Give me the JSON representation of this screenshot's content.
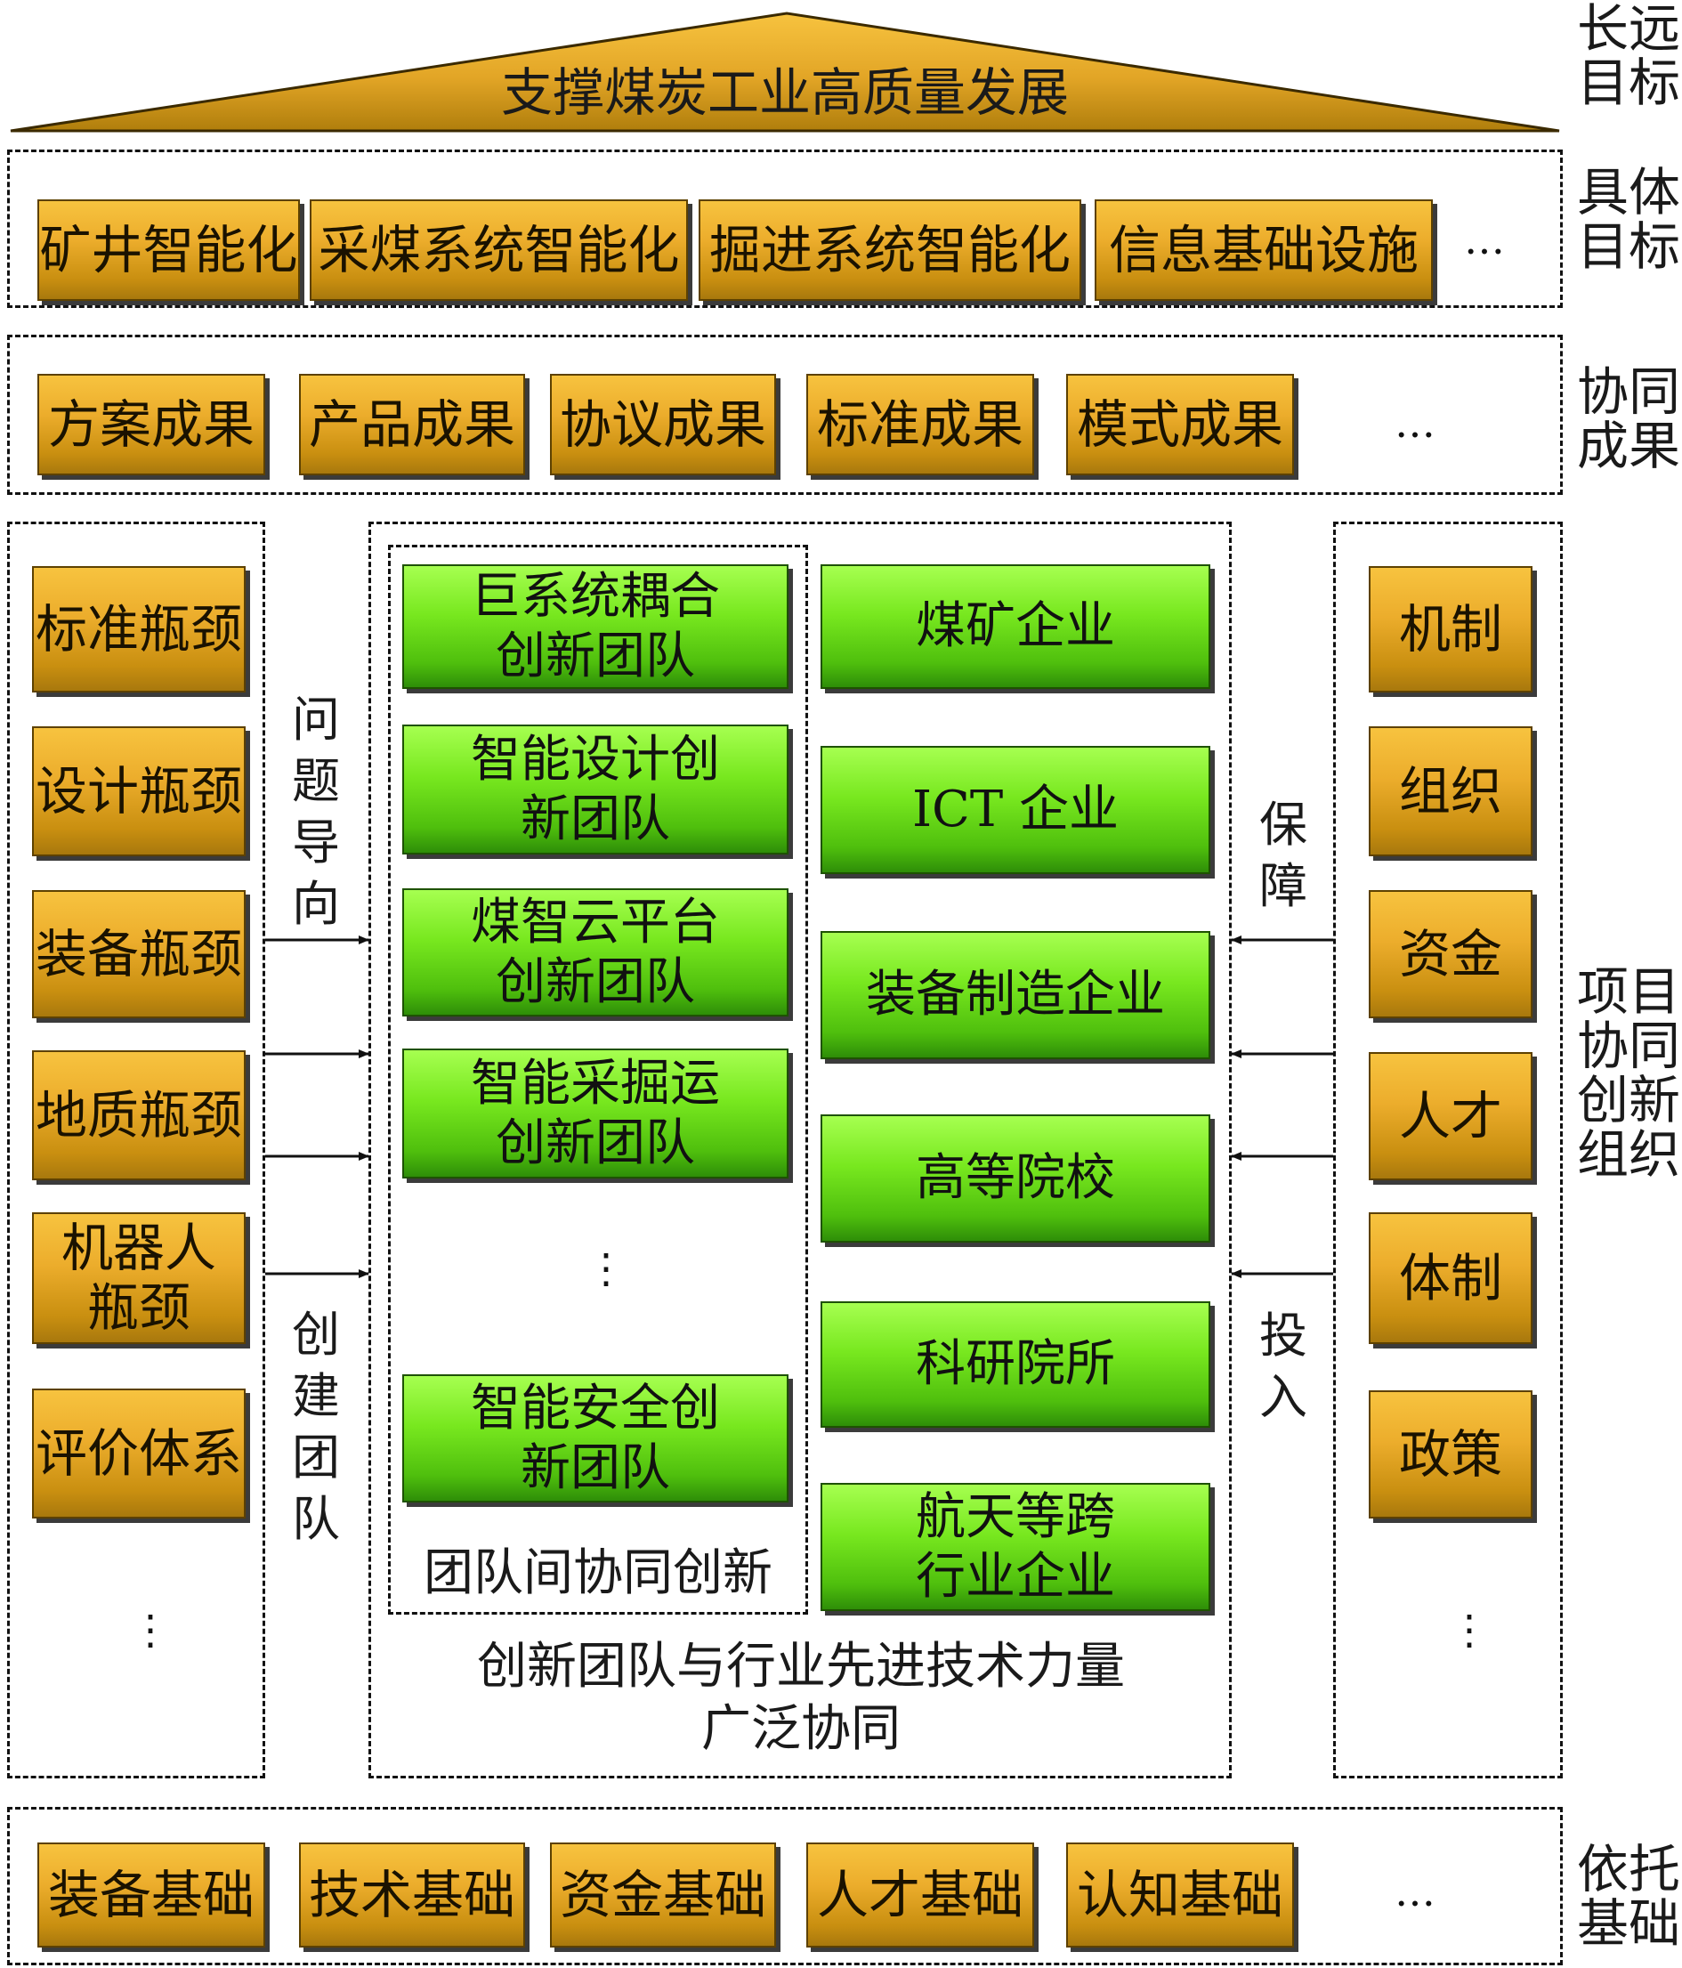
{
  "top_goal": "支撑煤炭工业高质量发展",
  "side_labels": {
    "long_term": "长远目标",
    "concrete": "具体目标",
    "collaborative_results": "协同成果",
    "project_org": "项目协同创新组织",
    "foundation": "依托基础"
  },
  "concrete_goals": [
    "矿井智能化",
    "采煤系统智能化",
    "掘进系统智能化",
    "信息基础设施"
  ],
  "results": [
    "方案成果",
    "产品成果",
    "协议成果",
    "标准成果",
    "模式成果"
  ],
  "bottlenecks": [
    "标准瓶颈",
    "设计瓶颈",
    "装备瓶颈",
    "地质瓶颈",
    "机器人瓶颈",
    "评价体系"
  ],
  "left_arrow_text_top": "问题导向",
  "left_arrow_text_bottom": "创建团队",
  "teams": [
    "巨系统耦合创新团队",
    "智能设计创新团队",
    "煤智云平台创新团队",
    "智能采掘运创新团队",
    "智能安全创新团队"
  ],
  "teams_caption": "团队间协同创新",
  "partners": [
    "煤矿企业",
    "ICT 企业",
    "装备制造企业",
    "高等院校",
    "科研院所",
    "航天等跨行业企业"
  ],
  "center_caption": "创新团队与行业先进技术力量广泛协同",
  "right_arrow_text_top": "保障",
  "right_arrow_text_bottom": "投入",
  "supports": [
    "机制",
    "组织",
    "资金",
    "人才",
    "体制",
    "政策"
  ],
  "foundations": [
    "装备基础",
    "技术基础",
    "资金基础",
    "人才基础",
    "认知基础"
  ],
  "ellipsis_h": "…",
  "ellipsis_v": "⋮"
}
